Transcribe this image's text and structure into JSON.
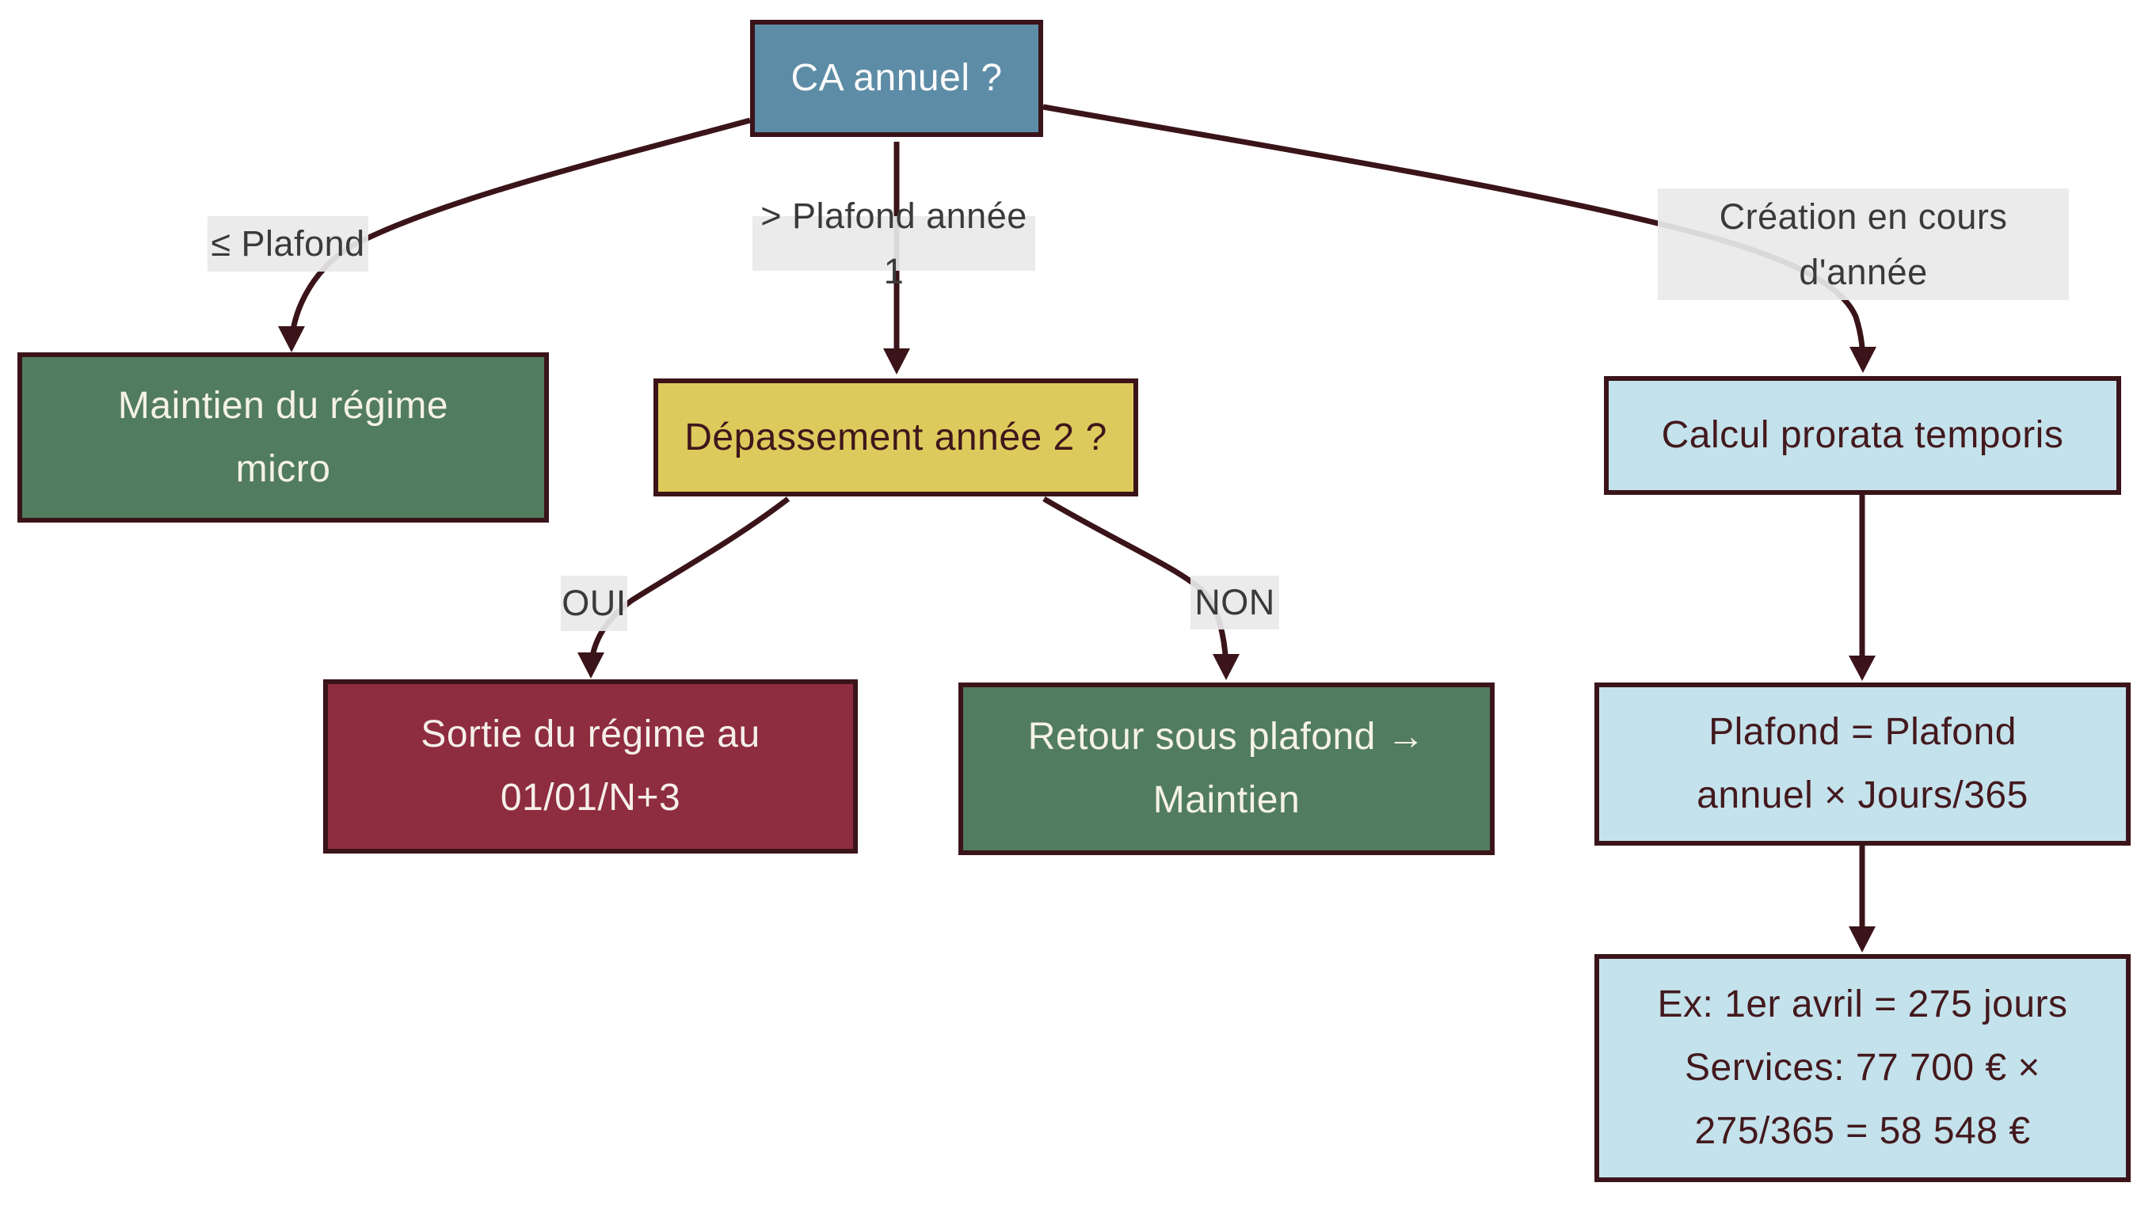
{
  "diagram": {
    "title_node": "CA annuel ?",
    "nodes": {
      "root": {
        "label": "CA annuel ?"
      },
      "maintien": {
        "label": "Maintien du régime\nmicro"
      },
      "depassement": {
        "label": "Dépassement année 2 ?"
      },
      "sortie": {
        "label": "Sortie du régime au\n01/01/N+3"
      },
      "retour": {
        "label": "Retour sous plafond →\nMaintien"
      },
      "calcul": {
        "label": "Calcul prorata temporis"
      },
      "formule": {
        "label": "Plafond = Plafond\nannuel × Jours/365"
      },
      "exemple": {
        "label": "Ex: 1er avril = 275 jours\nServices: 77 700 € ×\n275/365 = 58 548 €"
      }
    },
    "edge_labels": {
      "inferieur_plafond": "≤ Plafond",
      "superieur_plafond": "> Plafond année 1",
      "creation": "Création en cours\nd'année",
      "oui": "OUI",
      "non": "NON"
    },
    "colors": {
      "background": "#ffffff",
      "edge": "#3a1419",
      "border": "#3a1419",
      "root_fill": "#5d8ca6",
      "green_fill": "#527c5f",
      "yellow_fill": "#ddca5c",
      "red_fill": "#8e2c40",
      "lightblue_fill": "#c4e2ec",
      "edge_label_bg": "#e9e9e9",
      "edge_label_text": "#3a3a3a"
    }
  }
}
